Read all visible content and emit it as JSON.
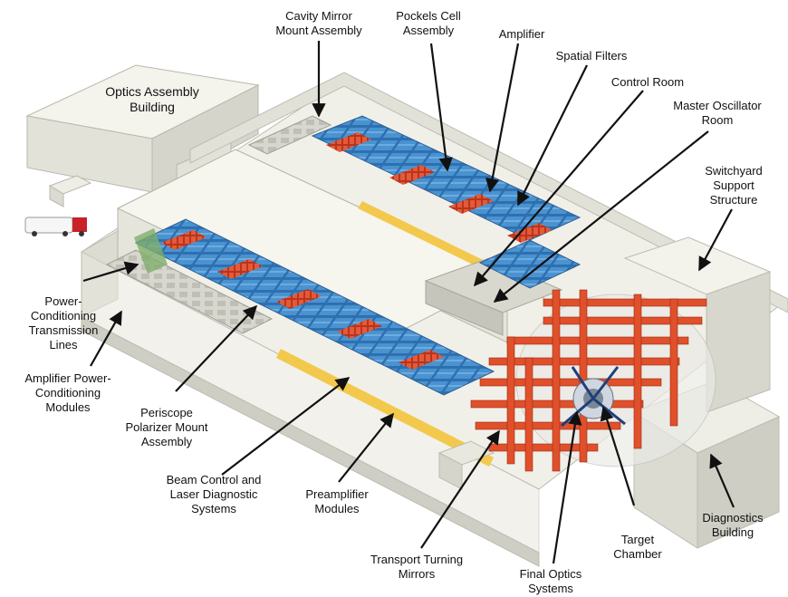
{
  "labels": {
    "cavity_mirror": "Cavity Mirror\nMount Assembly",
    "pockels_cell": "Pockels Cell\nAssembly",
    "amplifier": "Amplifier",
    "spatial_filters": "Spatial Filters",
    "control_room": "Control Room",
    "master_oscillator": "Master Oscillator\nRoom",
    "switchyard": "Switchyard\nSupport\nStructure",
    "optics_assembly": "Optics Assembly\nBuilding",
    "power_conditioning": "Power-\nConditioning\nTransmission\nLines",
    "amp_power_modules": "Amplifier Power-\nConditioning\nModules",
    "periscope": "Periscope\nPolarizer Mount\nAssembly",
    "beam_control": "Beam Control and\nLaser Diagnostic\nSystems",
    "preamplifier": "Preamplifier\nModules",
    "transport_mirrors": "Transport Turning\nMirrors",
    "final_optics": "Final Optics\nSystems",
    "target_chamber": "Target\nChamber",
    "diagnostics": "Diagnostics\nBuilding"
  },
  "colors": {
    "building_wall": "#e9e8df",
    "building_roof": "#f2f1ea",
    "amplifier_blue": "#3f86c6",
    "module_red": "#d6452b",
    "transport_red": "#e0502b",
    "floor_yellow": "#f2c94c",
    "arrow": "#111111"
  }
}
